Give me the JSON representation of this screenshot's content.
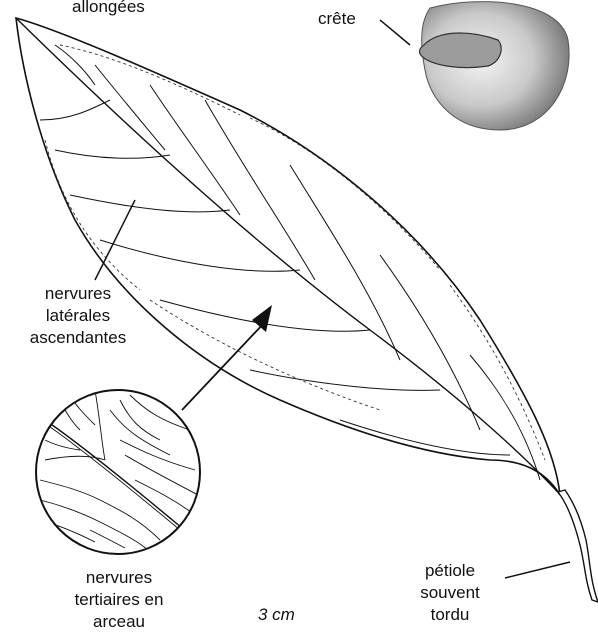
{
  "labels": {
    "top_left": "allongées",
    "crest": "crête",
    "lateral_veins": [
      "nervures",
      "latérales",
      "ascendantes"
    ],
    "tertiary_veins": [
      "nervures",
      "tertiaires en",
      "arceau"
    ],
    "scale": "3 cm",
    "petiole": [
      "pétiole",
      "souvent",
      "tordu"
    ]
  }
}
